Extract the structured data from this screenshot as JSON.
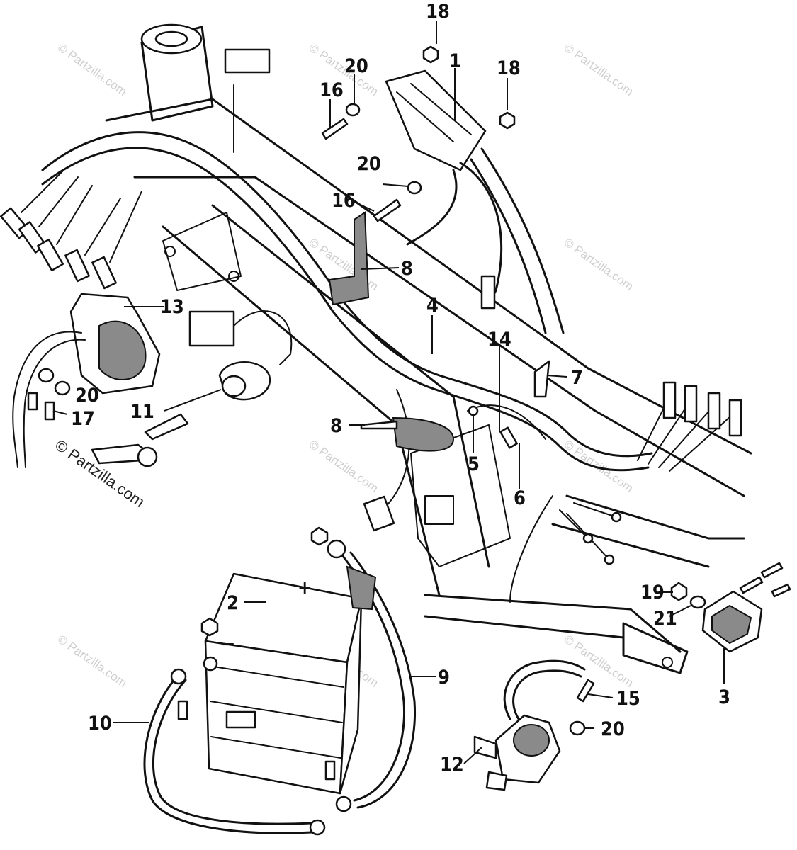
{
  "watermark": {
    "text": "© Partzilla.com",
    "colors": {
      "faint": "#cfcfcf",
      "strong": "#222222"
    }
  },
  "callouts": {
    "c1": "1",
    "c2": "2",
    "c3": "3",
    "c4": "4",
    "c5": "5",
    "c6": "6",
    "c7": "7",
    "c8a": "8",
    "c8b": "8",
    "c9": "9",
    "c10": "10",
    "c11": "11",
    "c12": "12",
    "c13": "13",
    "c14": "14",
    "c15": "15",
    "c16a": "16",
    "c16b": "16",
    "c17": "17",
    "c18a": "18",
    "c18b": "18",
    "c19": "19",
    "c20a": "20",
    "c20b": "20",
    "c20c": "20",
    "c20d": "20",
    "c21": "21"
  },
  "battery": {
    "plus": "+",
    "minus": "−"
  },
  "colors": {
    "ink": "#111111",
    "paper": "#ffffff",
    "shade": "#8a8a8a"
  }
}
